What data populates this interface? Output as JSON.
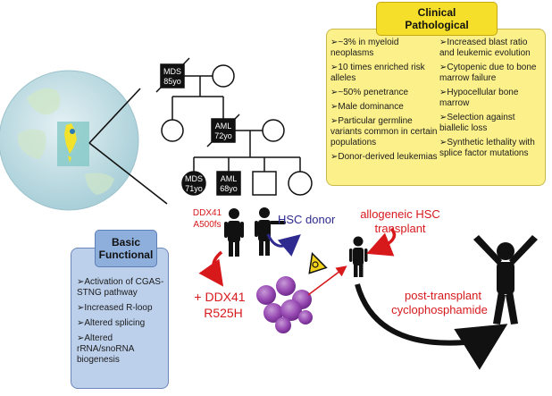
{
  "clinical": {
    "title_line1": "Clinical",
    "title_line2": "Pathological",
    "left_items": [
      "➢~3% in myeloid neoplasms",
      "➢10 times enriched risk alleles",
      "➢~50% penetrance",
      "➢Male dominance",
      "➢Particular germline variants common in certain populations",
      "➢Donor-derived leukemias"
    ],
    "right_items": [
      "➢Increased blast ratio and leukemic evolution",
      "➢Cytopenic due to bone marrow failure",
      "➢Hypocellular bone marrow",
      "➢Selection against biallelic loss",
      "➢Synthetic lethality with splice factor mutations"
    ]
  },
  "basic": {
    "title_line1": "Basic",
    "title_line2": "Functional",
    "items": [
      "➢Activation of CGAS-STNG pathway",
      "➢Increased R-loop",
      "➢Altered splicing",
      "➢Altered rRNA/snoRNA biogenesis"
    ]
  },
  "pedigree": {
    "grandfather": [
      "MDS",
      "85yo"
    ],
    "father": [
      "AML",
      "72yo"
    ],
    "child1": [
      "MDS",
      "71yo"
    ],
    "child2": [
      "AML",
      "68yo"
    ]
  },
  "labels": {
    "variant1_line1": "DDX41",
    "variant1_line2": "A500fs",
    "hsc_donor": "HSC donor",
    "transplant_line1": "allogeneic HSC",
    "transplant_line2": "transplant",
    "variant2_line1": "+ DDX41",
    "variant2_line2": "R525H",
    "ptcy_line1": "post-transplant",
    "ptcy_line2": "cyclophosphamide"
  },
  "colors": {
    "clinical_box": "#fbf08a",
    "clinical_header": "#f6df2a",
    "basic_box": "#bcd0ec",
    "basic_header": "#8eaedc",
    "red_text": "#d7191c",
    "blue_text": "#2e2a8f",
    "cell_purple": "#8a3fa4"
  },
  "icons": [
    "globe-map",
    "pedigree-chart",
    "person-figure",
    "biohazard-icon",
    "blood-cells",
    "celebrating-person"
  ]
}
